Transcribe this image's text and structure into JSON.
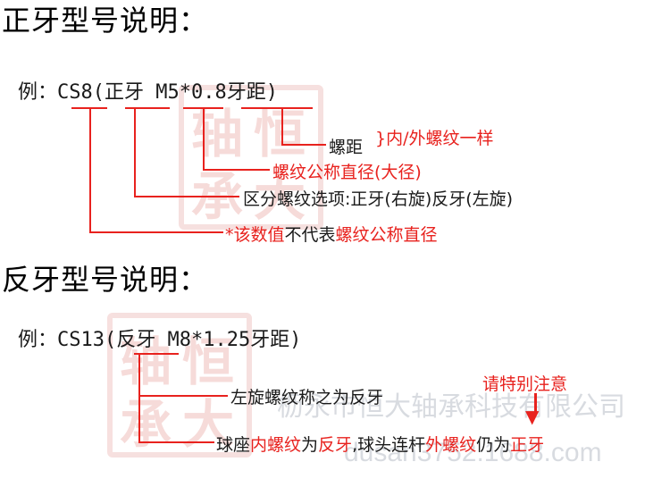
{
  "sections": {
    "forward_title": "正牙型号说明：",
    "reverse_title": "反牙型号说明："
  },
  "forward": {
    "example": "例：CS8(正牙 M5*0.8牙距)",
    "labels": {
      "pitch": "螺距",
      "pitch_note": "}内/外螺纹一样",
      "nominal": "螺纹公称直径(大径)",
      "option_a": "区分螺纹选项:正牙(右旋)反牙(左旋)",
      "code_red": "*该数值",
      "code_black": "不代表",
      "code_red2": "螺纹公称直径"
    }
  },
  "reverse": {
    "example": "例：CS13(反牙 M8*1.25牙距)",
    "label_left": "左旋螺纹称之为反牙",
    "notice": "请特别注意",
    "bottom": [
      {
        "text": "球座",
        "red": false
      },
      {
        "text": "内螺纹",
        "red": true
      },
      {
        "text": "为",
        "red": false
      },
      {
        "text": "反牙",
        "red": true
      },
      {
        "text": ",球头连杆",
        "red": false
      },
      {
        "text": "外螺纹",
        "red": true
      },
      {
        "text": "仍为",
        "red": false
      },
      {
        "text": "正牙",
        "red": true
      }
    ]
  },
  "watermark": {
    "company": "枥永市恒大轴承科技有限公司",
    "url": "dusan3752.1688.com"
  },
  "colors": {
    "accent": "#e8221e",
    "stamp": "#f0c7c5"
  }
}
